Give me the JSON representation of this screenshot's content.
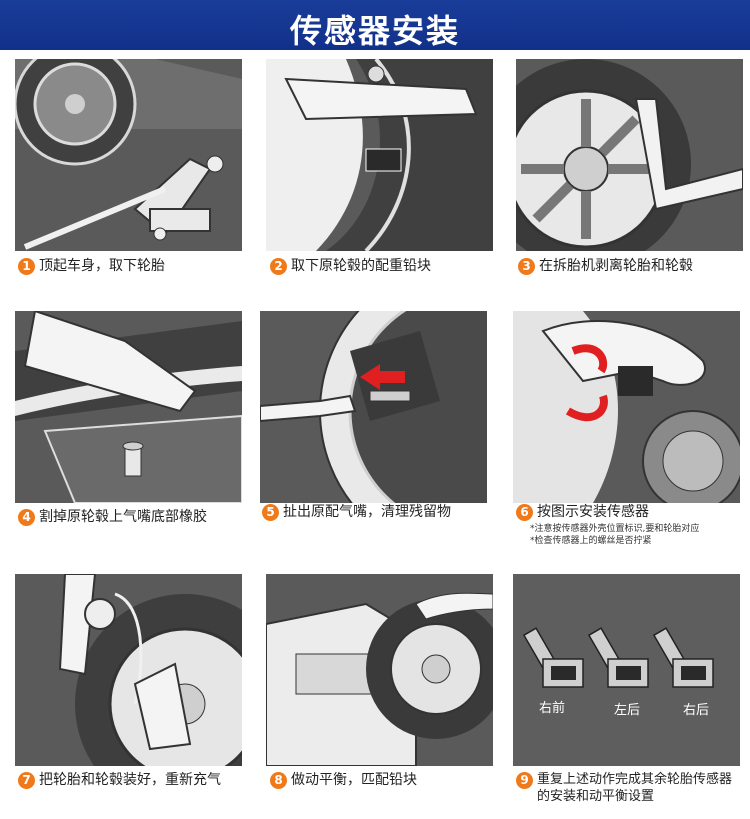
{
  "header": {
    "title": "传感器安装"
  },
  "steps": [
    {
      "num": "1",
      "text": "顶起车身，取下轮胎"
    },
    {
      "num": "2",
      "text": "取下原轮毂的配重铅块"
    },
    {
      "num": "3",
      "text": "在拆胎机剥离轮胎和轮毂"
    },
    {
      "num": "4",
      "text": "割掉原轮毂上气嘴底部橡胶"
    },
    {
      "num": "5",
      "text": "扯出原配气嘴，清理残留物"
    },
    {
      "num": "6",
      "text": "按图示安装传感器"
    },
    {
      "num": "7",
      "text": "把轮胎和轮毂装好，重新充气"
    },
    {
      "num": "8",
      "text": "做动平衡，匹配铅块"
    },
    {
      "num": "9",
      "text": "重复上述动作完成其余轮胎传感器的安装和动平衡设置"
    }
  ],
  "step6_notes": [
    "*注意按传感器外壳位置标识,要和轮胎对应",
    "*检查传感器上的螺丝是否拧紧"
  ],
  "sensor_labels": [
    "右前",
    "左后",
    "右后"
  ],
  "colors": {
    "header": "#1a3d9a",
    "badge": "#f07a1a",
    "panel": "#5f5f5f",
    "arrow": "#e02020"
  }
}
